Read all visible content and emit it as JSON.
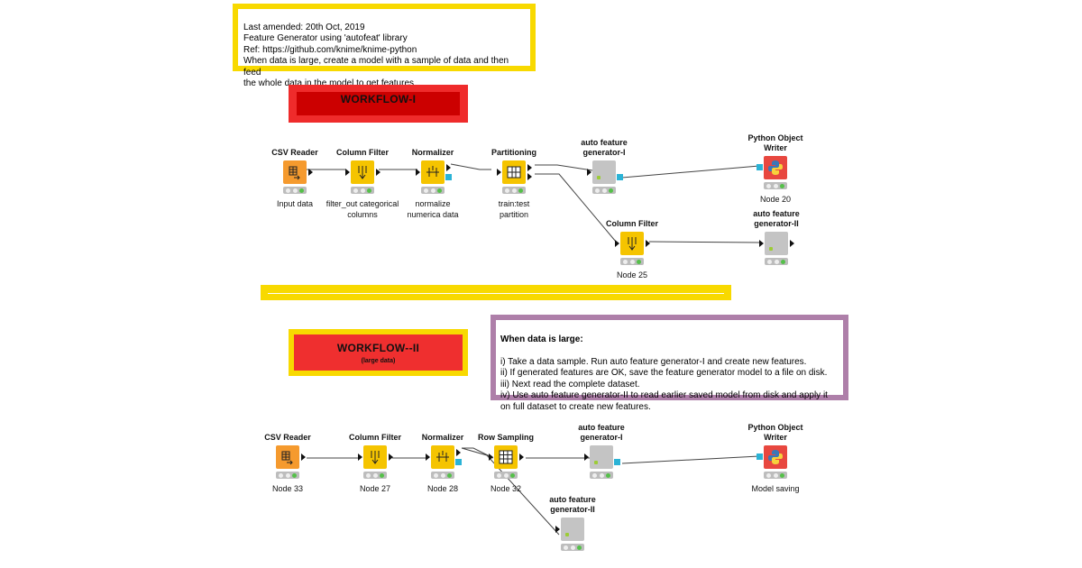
{
  "top_note": {
    "text": "Last amended: 20th Oct, 2019\nFeature Generator using 'autofeat' library\nRef: https://github.com/knime/knime-python\nWhen data is large, create a model with a sample of data and then feed\nthe whole data in the model to get features"
  },
  "workflow1": {
    "title": "WORKFLOW-I"
  },
  "workflow2": {
    "title": "WORKFLOW--II",
    "subtitle": "(large data)"
  },
  "large_note": {
    "heading": "When data is large:",
    "text": "i) Take a data sample. Run auto feature generator-I and create new features.\nii) If generated features are OK, save the feature generator model to a file on disk.\niii) Next read the complete dataset.\niv) Use auto feature generator-II to read earlier saved model from disk and apply it on full dataset to create new features."
  },
  "nodes": {
    "w1_csv": {
      "title": "CSV Reader",
      "label": "Input data",
      "icon": "csv-reader-icon"
    },
    "w1_colfilter": {
      "title": "Column Filter",
      "label": "filter_out categorical\ncolumns",
      "icon": "column-filter-icon"
    },
    "w1_normalizer": {
      "title": "Normalizer",
      "label": "normalize\nnumerica data",
      "icon": "normalizer-icon"
    },
    "w1_partitioning": {
      "title": "Partitioning",
      "label": "train:test\npartition",
      "icon": "partitioning-icon"
    },
    "w1_afg1": {
      "title": "auto feature\ngenerator-I",
      "label": "",
      "icon": "python-script-icon"
    },
    "w1_pyobj": {
      "title": "Python Object\nWriter",
      "label": "Node 20",
      "icon": "python-icon"
    },
    "w1_colfilter2": {
      "title": "Column Filter",
      "label": "Node 25",
      "icon": "column-filter-icon"
    },
    "w1_afg2": {
      "title": "auto feature\ngenerator-II",
      "label": "",
      "icon": "python-script-icon"
    },
    "w2_csv": {
      "title": "CSV Reader",
      "label": "Node 33",
      "icon": "csv-reader-icon"
    },
    "w2_colfilter": {
      "title": "Column Filter",
      "label": "Node 27",
      "icon": "column-filter-icon"
    },
    "w2_normalizer": {
      "title": "Normalizer",
      "label": "Node 28",
      "icon": "normalizer-icon"
    },
    "w2_rowsampling": {
      "title": "Row Sampling",
      "label": "Node 32",
      "icon": "row-sampling-icon"
    },
    "w2_afg1": {
      "title": "auto feature\ngenerator-I",
      "label": "",
      "icon": "python-script-icon"
    },
    "w2_pyobj": {
      "title": "Python Object\nWriter",
      "label": "Model saving",
      "icon": "python-icon"
    },
    "w2_afg2": {
      "title": "auto feature\ngenerator-II",
      "label": "",
      "icon": "python-script-icon"
    }
  },
  "colors": {
    "annotation_yellow": "#f8d900",
    "annotation_purple": "#ae7fa9",
    "workflow_red": "#d40000",
    "source_orange": "#f59a2e",
    "manipulator_yellow": "#f5c400",
    "script_gray": "#c4c4c4",
    "python_red": "#e8473f",
    "port_blue": "#2bb3d6",
    "status_green": "#55c04a"
  }
}
